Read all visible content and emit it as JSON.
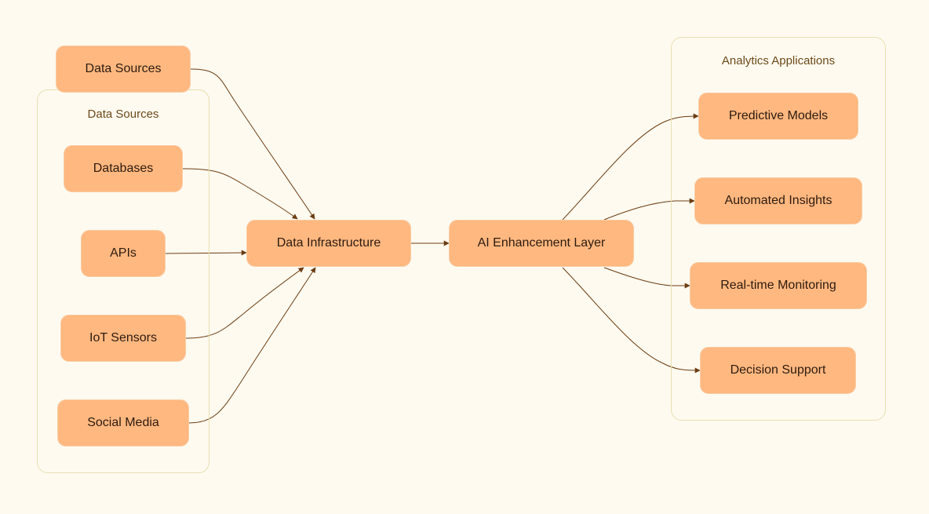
{
  "colors": {
    "background": "#fffaf0",
    "node_fill": "#ffb880",
    "node_border": "#f8cda3",
    "cluster_border": "#e6dfb0",
    "edge": "#6b3d12",
    "text": "#2d1b0e"
  },
  "clusters": {
    "sources": {
      "title": "Data Sources"
    },
    "analytics": {
      "title": "Analytics Applications"
    }
  },
  "nodes": {
    "data_sources_top": "Data Sources",
    "databases": "Databases",
    "apis": "APIs",
    "iot_sensors": "IoT Sensors",
    "social_media": "Social Media",
    "data_infrastructure": "Data Infrastructure",
    "ai_layer": "AI Enhancement Layer",
    "predictive_models": "Predictive Models",
    "automated_insights": "Automated Insights",
    "realtime_monitoring": "Real-time Monitoring",
    "decision_support": "Decision Support"
  },
  "edges": [
    {
      "from": "data_sources_top",
      "to": "data_infrastructure"
    },
    {
      "from": "databases",
      "to": "data_infrastructure"
    },
    {
      "from": "apis",
      "to": "data_infrastructure"
    },
    {
      "from": "iot_sensors",
      "to": "data_infrastructure"
    },
    {
      "from": "social_media",
      "to": "data_infrastructure"
    },
    {
      "from": "data_infrastructure",
      "to": "ai_layer"
    },
    {
      "from": "ai_layer",
      "to": "predictive_models"
    },
    {
      "from": "ai_layer",
      "to": "automated_insights"
    },
    {
      "from": "ai_layer",
      "to": "realtime_monitoring"
    },
    {
      "from": "ai_layer",
      "to": "decision_support"
    }
  ]
}
